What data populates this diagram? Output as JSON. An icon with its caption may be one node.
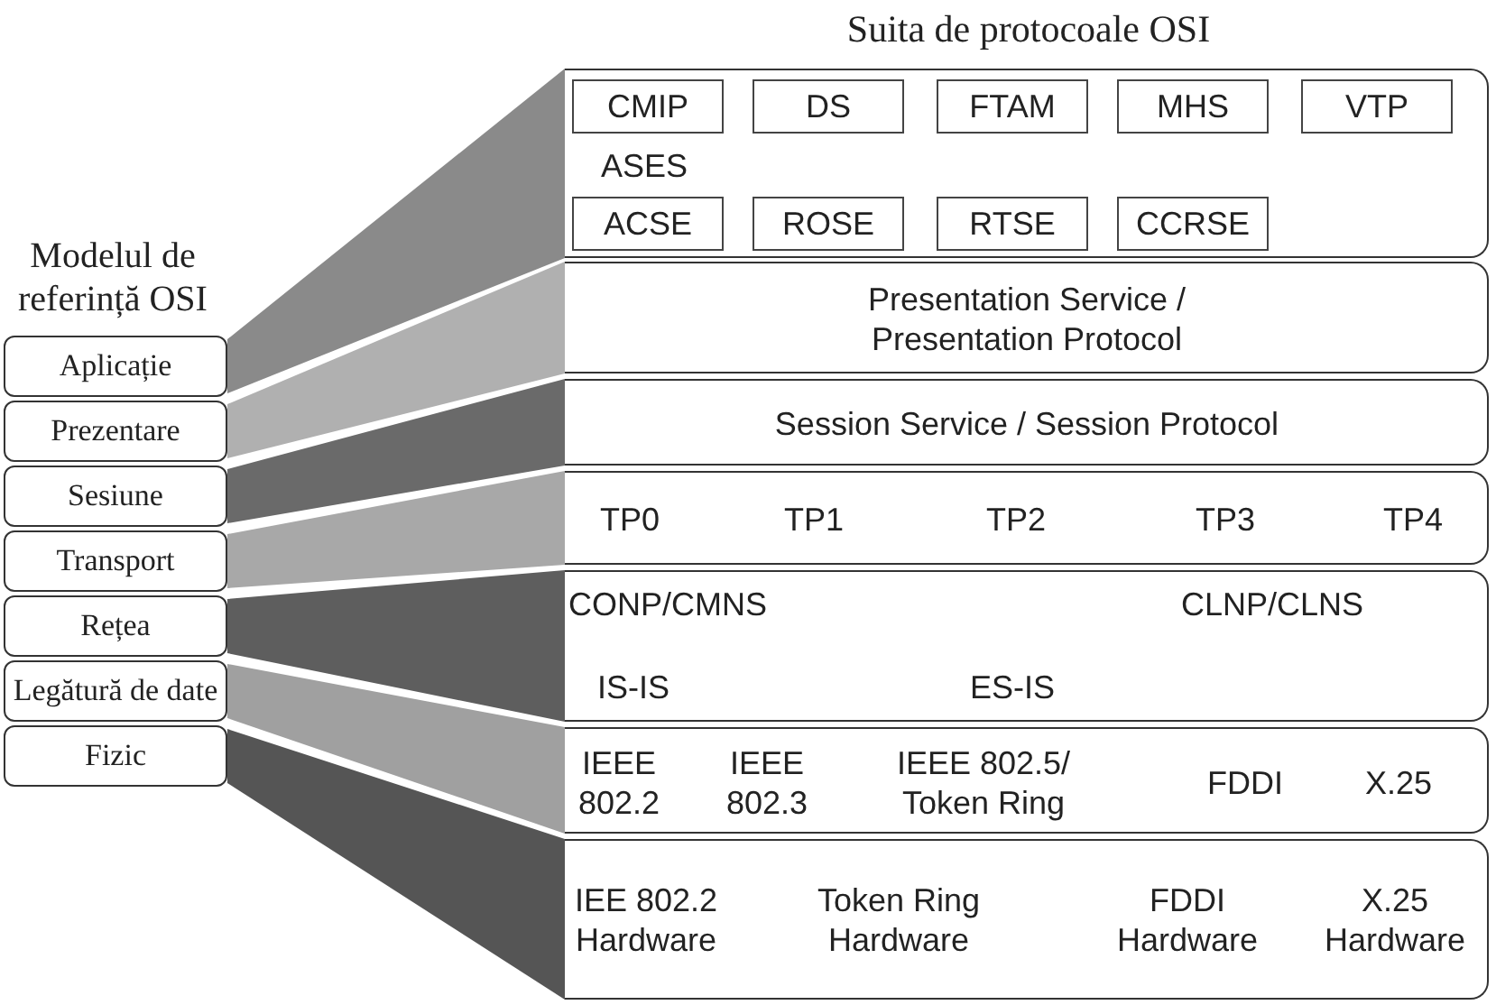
{
  "diagram": {
    "nodes": [
      {
        "text": [
          "Aplicație"
        ]
      },
      {
        "text": [
          "Prezentare"
        ]
      },
      {
        "text": [
          "Sesiune"
        ]
      },
      {
        "text": [
          "Transport"
        ]
      },
      {
        "text": [
          "Rețea"
        ]
      },
      {
        "text": [
          "Legătură de date"
        ]
      },
      {
        "text": [
          "Fizic"
        ]
      },
      {
        "text": [
          "ASES"
        ]
      },
      {
        "text": [
          "CMIP"
        ],
        "in": 7
      },
      {
        "text": [
          "DS"
        ],
        "in": 7
      },
      {
        "text": [
          "FTAM"
        ],
        "in": 7
      },
      {
        "text": [
          "MHS"
        ],
        "in": 7
      },
      {
        "text": [
          "VTP"
        ],
        "in": 7
      },
      {
        "text": [
          "ACSE"
        ],
        "in": 7
      },
      {
        "text": [
          "ROSE"
        ],
        "in": 7
      },
      {
        "text": [
          "RTSE"
        ],
        "in": 7
      },
      {
        "text": [
          "CCRSE"
        ],
        "in": 7
      },
      {
        "text": [
          "Presentation Service / Presentation Protocol"
        ]
      },
      {
        "text": [
          "Session Service / Session Protocol"
        ]
      },
      {
        "text": [
          "TP0",
          "TP1",
          "TP2",
          "TP3",
          "TP4"
        ]
      },
      {
        "text": [
          "CONP/CMNS",
          "CLNP/CLNS",
          "IS-IS",
          "ES-IS"
        ]
      },
      {
        "text": [
          "IEEE 802.2",
          "IEEE 802.3",
          "IEEE 802.5/ Token Ring",
          "FDDI",
          "X.25"
        ]
      },
      {
        "text": [
          "IEE 802.2 Hardware",
          "Token Ring Hardware",
          "FDDI Hardware",
          "X.25 Hardware"
        ]
      }
    ],
    "edges": [
      {
        "from": 0,
        "to": 7,
        "arrow": "none"
      },
      {
        "from": 1,
        "to": 17,
        "arrow": "none"
      },
      {
        "from": 2,
        "to": 18,
        "arrow": "none"
      },
      {
        "from": 3,
        "to": 19,
        "arrow": "none"
      },
      {
        "from": 4,
        "to": 20,
        "arrow": "none"
      },
      {
        "from": 5,
        "to": 21,
        "arrow": "none"
      },
      {
        "from": 6,
        "to": 22,
        "arrow": "none"
      }
    ],
    "labels": [
      "Suita de protocoale OSI",
      "Modelul de referință OSI"
    ]
  }
}
